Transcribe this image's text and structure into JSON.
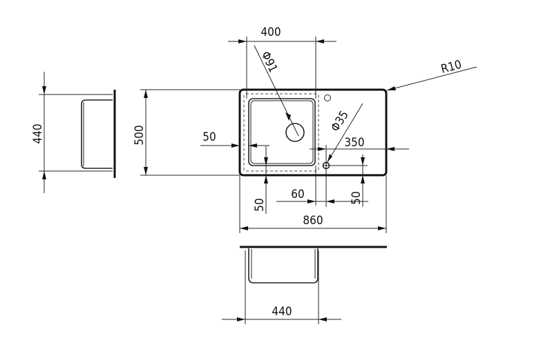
{
  "dimensions": {
    "bowl_width_top": "400",
    "waste_diameter": "Φ91",
    "corner_radius": "R10",
    "tap_hole_diameter": "Φ35",
    "side_height": "440",
    "overall_depth": "500",
    "bowl_offset_left": "50",
    "tap_hole_offset": "350",
    "bowl_offset_front": "50",
    "gap_60": "60",
    "gap_50": "50",
    "overall_width": "860",
    "bowl_width_front": "440"
  }
}
